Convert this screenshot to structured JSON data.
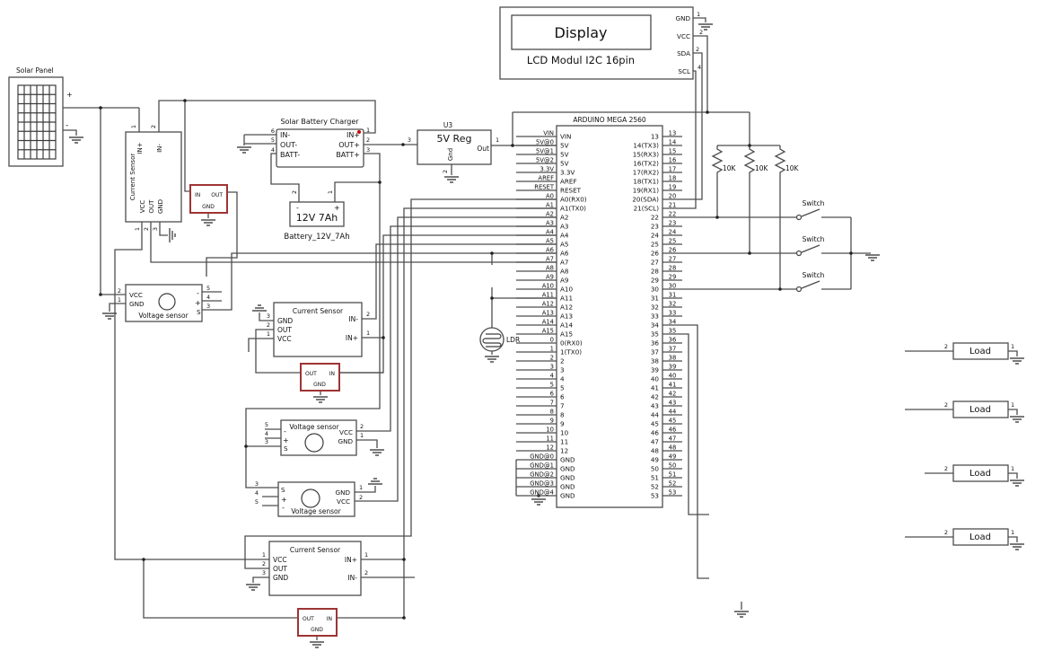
{
  "colors": {
    "wire": "#4d4d4d",
    "accent_red": "#9e3434",
    "dot_red": "#cc0000",
    "text": "#111111"
  },
  "display": {
    "title": "Display",
    "subtitle": "LCD Modul I2C 16pin",
    "pins": [
      {
        "name": "GND",
        "num": "1"
      },
      {
        "name": "VCC",
        "num": "2"
      },
      {
        "name": "SDA",
        "num": "2"
      },
      {
        "name": "SCL",
        "num": "4"
      }
    ]
  },
  "arduino": {
    "title": "ARDUINO MEGA 2560",
    "left_pins": [
      "VIN|VIN",
      "5V@0|5V",
      "5V@1|5V",
      "5V@2|5V",
      "3.3V|3.3V",
      "AREF|AREF",
      "RESET|RESET",
      "A0|A0(RX0)",
      "A1|A1(TX0)",
      "A2|A2",
      "A3|A3",
      "A4|A4",
      "A5|A5",
      "A6|A6",
      "A7|A7",
      "A8|A8",
      "A9|A9",
      "A10|A10",
      "A11|A11",
      "A12|A12",
      "A13|A13",
      "A14|A14",
      "A15|A15",
      "0|0(RX0)",
      "1|1(TX0)",
      "2|2",
      "3|3",
      "4|4",
      "5|5",
      "6|6",
      "7|7",
      "8|8",
      "9|9",
      "10|10",
      "11|11",
      "12|12",
      "GND@0|GND",
      "GND@1|GND",
      "GND@2|GND",
      "GND@3|GND",
      "GND@4|GND"
    ],
    "right_pins": [
      "13|13",
      "14(TX3)|14",
      "15(RX3)|15",
      "16(TX2)|16",
      "17(RX2)|17",
      "18(TX1)|18",
      "19(RX1)|19",
      "20(SDA)|20",
      "21(SCL)|21",
      "22|22",
      "23|23",
      "24|24",
      "25|25",
      "26|26",
      "27|27",
      "28|28",
      "29|29",
      "30|30",
      "31|31",
      "32|32",
      "33|33",
      "34|34",
      "35|35",
      "36|36",
      "37|37",
      "38|38",
      "39|39",
      "40|40",
      "41|41",
      "42|42",
      "43|43",
      "44|44",
      "45|45",
      "46|46",
      "47|47",
      "48|48",
      "49|49",
      "50|50",
      "51|51",
      "52|52",
      "53|53"
    ]
  },
  "solar_panel": {
    "label": "Solar Panel",
    "plus": "+",
    "minus": "-"
  },
  "current_sensor_1": {
    "label": "Current Sensor",
    "top_pins": [
      {
        "name": "IN+",
        "num": "1"
      },
      {
        "name": "IN-",
        "num": "2"
      }
    ],
    "bottom_pins": [
      {
        "name": "VCC",
        "num": "1"
      },
      {
        "name": "OUT",
        "num": "2"
      },
      {
        "name": "GND",
        "num": "3"
      }
    ]
  },
  "charger": {
    "label": "Solar Battery Charger",
    "left_pins": [
      {
        "name": "IN-",
        "num": "6"
      },
      {
        "name": "OUT-",
        "num": "5"
      },
      {
        "name": "BATT-",
        "num": "4"
      }
    ],
    "right_pins": [
      {
        "name": "IN+",
        "num": "1"
      },
      {
        "name": "OUT+",
        "num": "2"
      },
      {
        "name": "BATT+",
        "num": "3"
      }
    ]
  },
  "battery": {
    "label": "12V 7Ah",
    "sublabel": "Battery_12V_7Ah",
    "minus": "-",
    "plus": "+",
    "pin_left": "2",
    "pin_right": "1"
  },
  "regulator": {
    "ref": "U3",
    "label": "5V Reg",
    "gnd": "Gnd",
    "out": "Out",
    "pin_in": "3",
    "pin_out": "1",
    "pin_gnd": "2"
  },
  "voltage_sensor_1": {
    "label": "Voltage sensor",
    "left": [
      {
        "name": "VCC",
        "num": "2"
      },
      {
        "name": "GND",
        "num": "1"
      }
    ],
    "right": [
      {
        "sign": "-",
        "num": "5"
      },
      {
        "sign": "+",
        "num": "4"
      },
      {
        "sign": "S",
        "num": "3"
      }
    ]
  },
  "current_sensor_2": {
    "label": "Current Sensor",
    "left": [
      {
        "name": "GND",
        "num": "3"
      },
      {
        "name": "OUT",
        "num": "2"
      },
      {
        "name": "VCC",
        "num": "1"
      }
    ],
    "right": [
      {
        "name": "IN-",
        "num": "2"
      },
      {
        "name": "IN+",
        "num": "1"
      }
    ]
  },
  "voltage_sensor_2": {
    "label": "Voltage sensor",
    "left": [
      {
        "sign": "-",
        "num": "5"
      },
      {
        "sign": "+",
        "num": "4"
      },
      {
        "sign": "S",
        "num": "3"
      }
    ],
    "right": [
      {
        "name": "VCC",
        "num": "2"
      },
      {
        "name": "GND",
        "num": "1"
      }
    ]
  },
  "voltage_sensor_3": {
    "label": "Voltage sensor",
    "left": [
      {
        "sign": "S",
        "num": "3"
      },
      {
        "sign": "+",
        "num": "4"
      },
      {
        "sign": "-",
        "num": "5"
      }
    ],
    "right": [
      {
        "name": "GND",
        "num": "1"
      },
      {
        "name": "VCC",
        "num": "2"
      }
    ]
  },
  "current_sensor_3": {
    "label": "Current Sensor",
    "left": [
      {
        "name": "VCC",
        "num": "1"
      },
      {
        "name": "OUT",
        "num": "2"
      },
      {
        "name": "GND",
        "num": "3"
      }
    ],
    "right": [
      {
        "name": "IN+",
        "num": "1"
      },
      {
        "name": "IN-",
        "num": "2"
      }
    ]
  },
  "breakout_1": {
    "in": "IN",
    "out": "OUT",
    "gnd": "GND"
  },
  "breakout_2": {
    "out": "OUT",
    "in": "IN",
    "gnd": "GND"
  },
  "breakout_3": {
    "out": "OUT",
    "in": "IN",
    "gnd": "GND"
  },
  "ldr": {
    "label": "LDR"
  },
  "resistors": {
    "value": "10K",
    "items": [
      "10K",
      "10K",
      "10K"
    ]
  },
  "switches": {
    "label": "Switch",
    "items": [
      "Switch",
      "Switch",
      "Switch"
    ]
  },
  "loads": {
    "label": "Load",
    "pin_left": "2",
    "pin_right": "1",
    "items": [
      "Load",
      "Load",
      "Load",
      "Load"
    ]
  }
}
